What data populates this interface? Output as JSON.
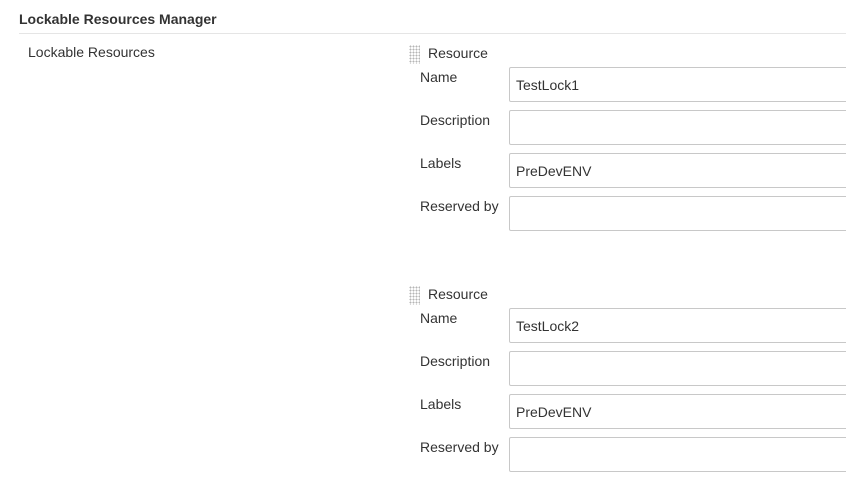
{
  "section": {
    "title": "Lockable Resources Manager"
  },
  "setting": {
    "label": "Lockable Resources"
  },
  "field_labels": {
    "header": "Resource",
    "name": "Name",
    "description": "Description",
    "labels": "Labels",
    "reserved_by": "Reserved by"
  },
  "resources": [
    {
      "name": "TestLock1",
      "description": "",
      "labels": "PreDevENV",
      "reserved_by": ""
    },
    {
      "name": "TestLock2",
      "description": "",
      "labels": "PreDevENV",
      "reserved_by": ""
    }
  ]
}
